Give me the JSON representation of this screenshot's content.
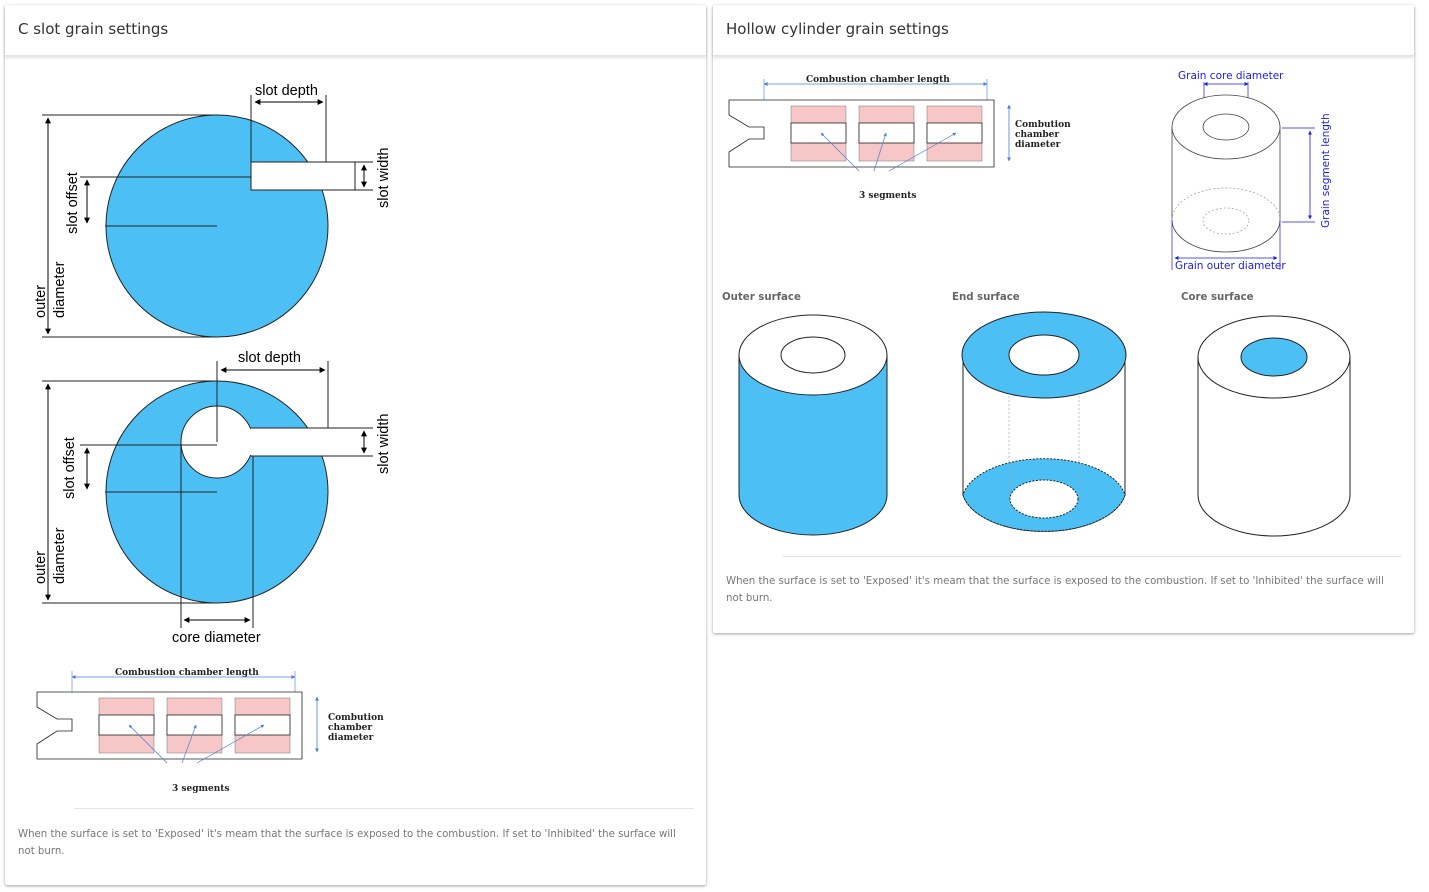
{
  "cslot": {
    "title": "C slot grain settings",
    "diagram1": {
      "slot_depth": "slot depth",
      "slot_width": "slot width",
      "slot_offset": "slot offset",
      "outer_diameter_line1": "outer",
      "outer_diameter_line2": "diameter"
    },
    "diagram2": {
      "slot_depth": "slot depth",
      "slot_width": "slot width",
      "slot_offset": "slot offset",
      "outer_diameter_line1": "outer",
      "outer_diameter_line2": "diameter",
      "core_diameter": "core diameter"
    },
    "chamber": {
      "length": "Combustion chamber length",
      "diameter_line1": "Combution",
      "diameter_line2": "chamber",
      "diameter_line3": "diameter",
      "segments": "3 segments"
    },
    "note": "When the surface is set to 'Exposed' it's meam that the surface is exposed to the combustion. If set to 'Inhibited' the surface will not burn."
  },
  "hollow": {
    "title": "Hollow cylinder grain settings",
    "chamber": {
      "length": "Combustion chamber length",
      "diameter_line1": "Combution",
      "diameter_line2": "chamber",
      "diameter_line3": "diameter",
      "segments": "3 segments"
    },
    "grain": {
      "core_diameter": "Grain core diameter",
      "outer_diameter": "Grain outer diameter",
      "segment_length": "Grain segment length"
    },
    "surfaces": {
      "outer": "Outer surface",
      "end": "End surface",
      "core": "Core surface"
    },
    "note": "When the surface is set to 'Exposed' it's meam that the surface is exposed to the combustion. If set to 'Inhibited' the surface will not burn."
  },
  "colors": {
    "grain_fill": "#4cc0f5",
    "segment_fill": "#f7c6c6",
    "dimension_blue": "#4a7fd6",
    "label_blue": "#1a1aee"
  }
}
